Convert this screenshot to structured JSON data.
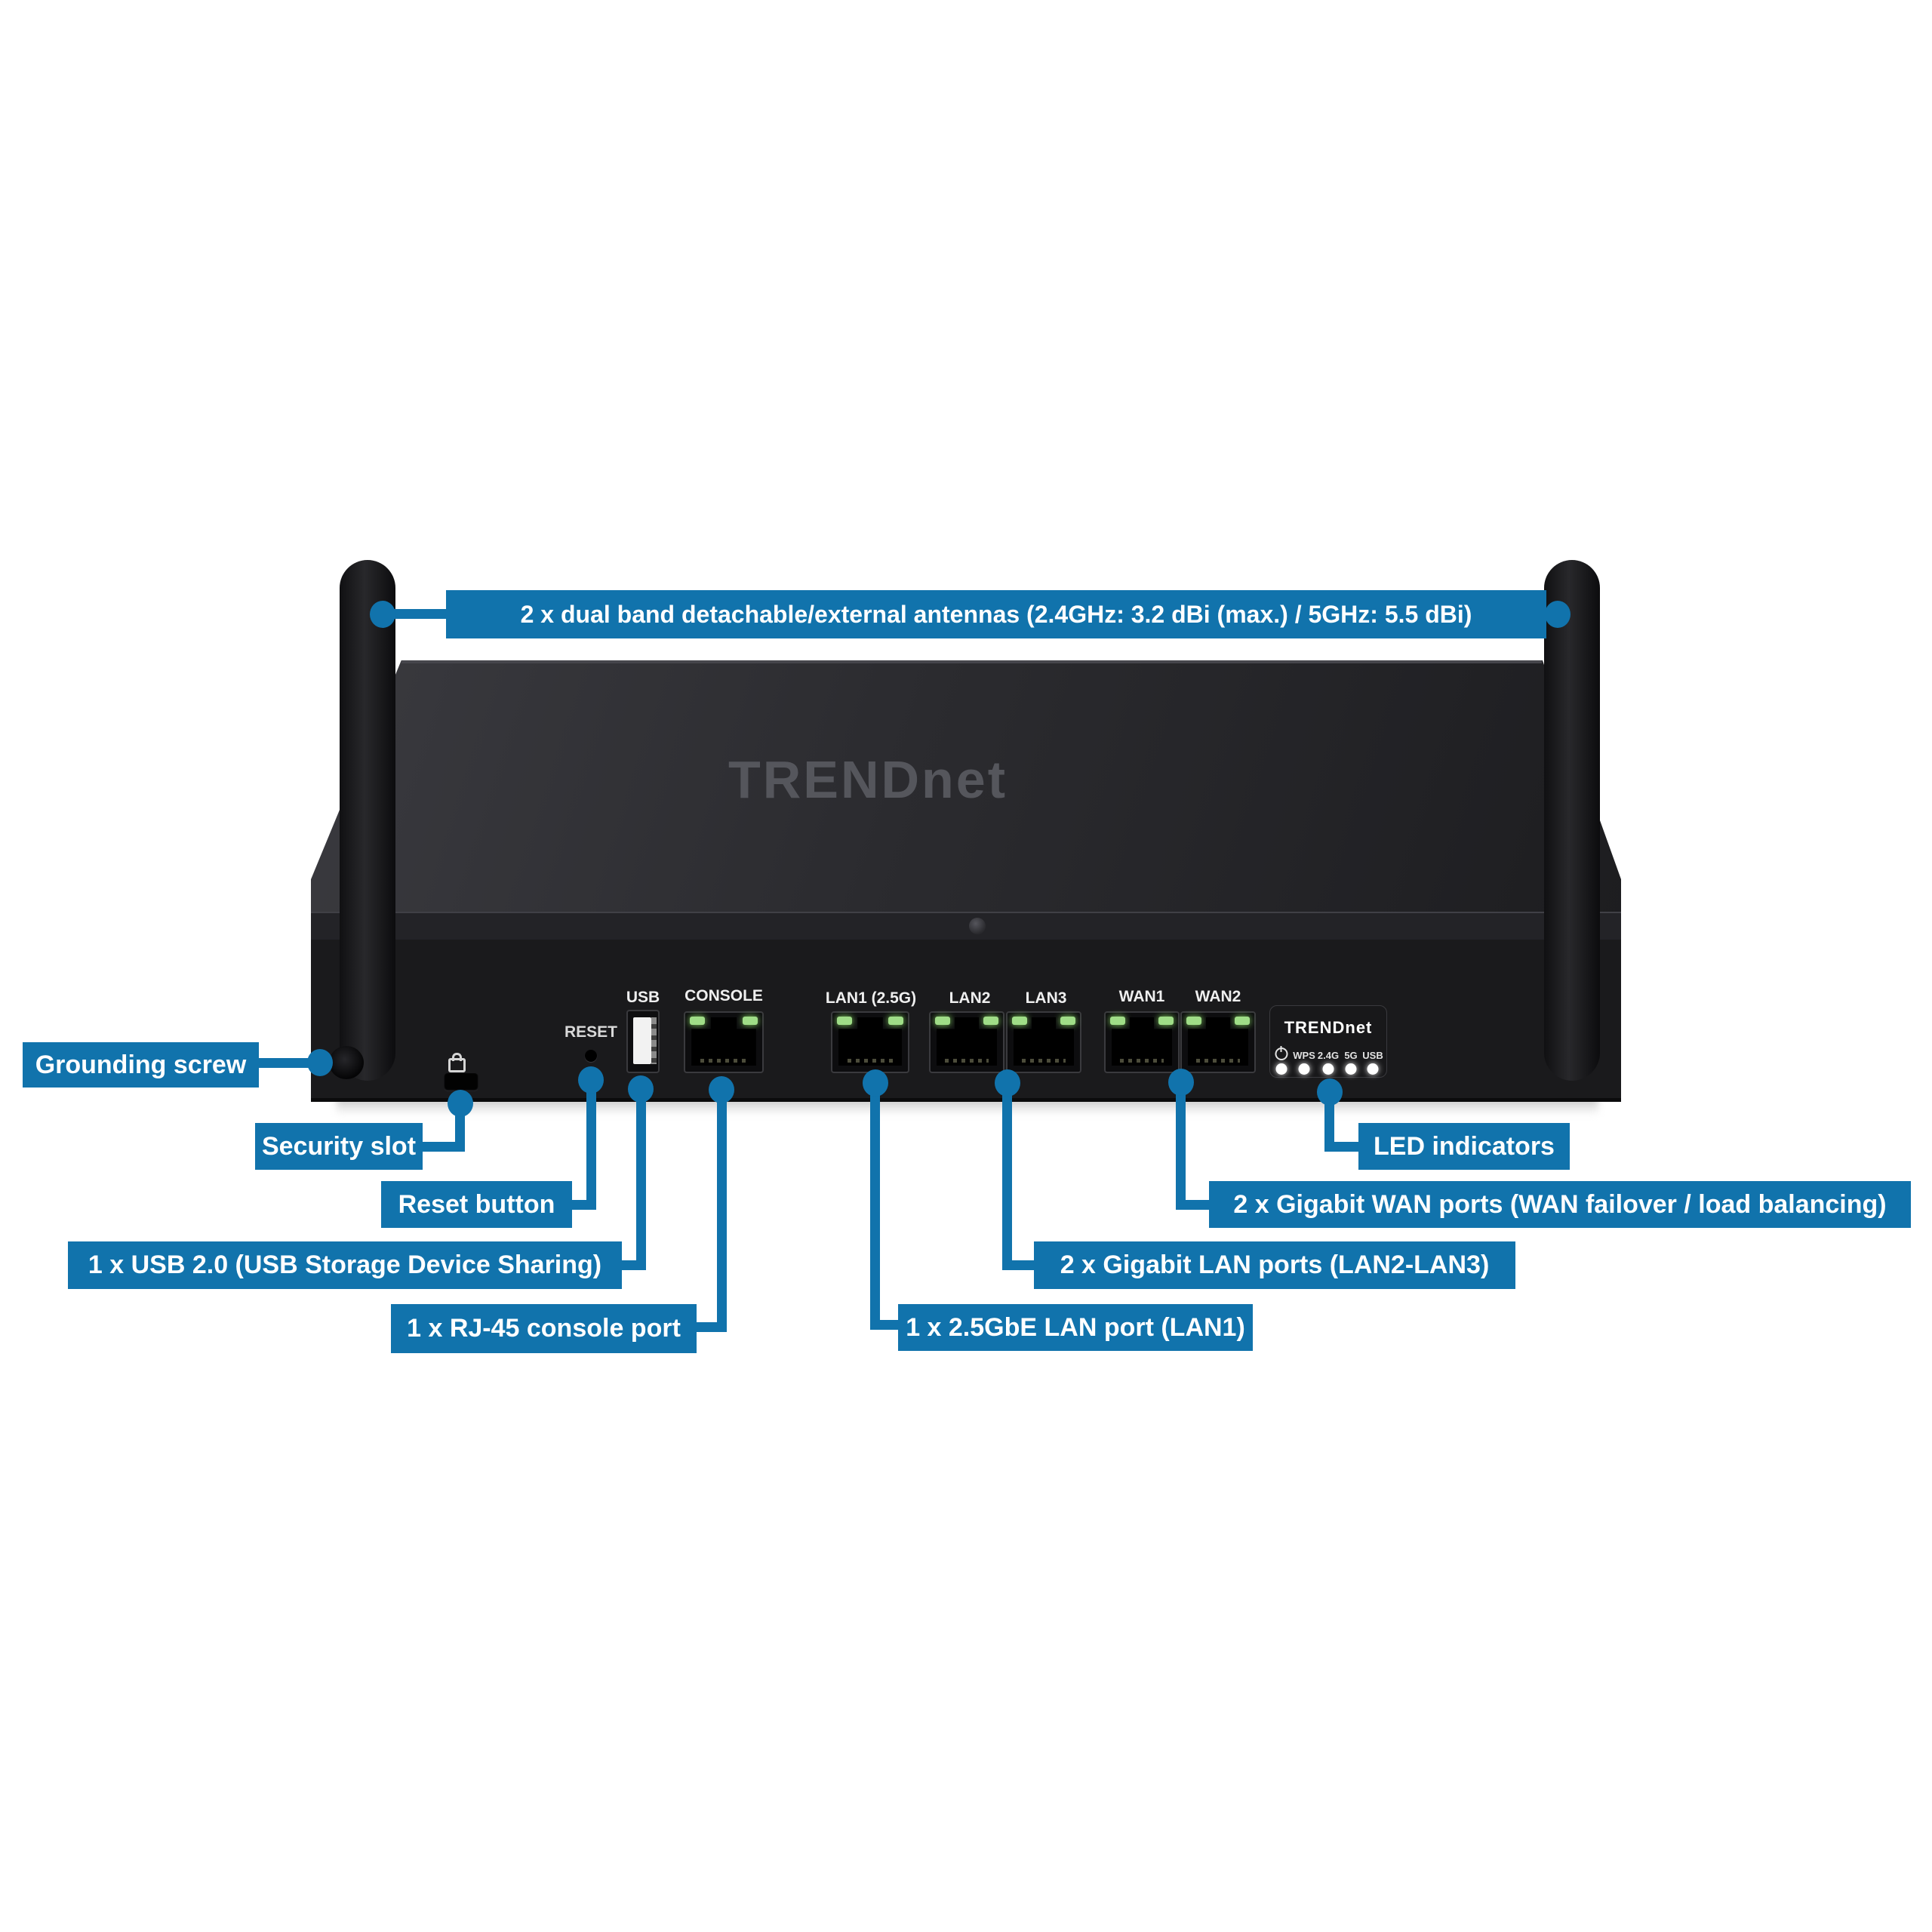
{
  "banner": {
    "label": "2 x dual band detachable/external antennas (2.4GHz: 3.2 dBi (max.) / 5GHz: 5.5 dBi)"
  },
  "device": {
    "top_logo": "TRENDnet",
    "ports": {
      "reset": "RESET",
      "usb": "USB",
      "console": "CONSOLE",
      "lan1": "LAN1 (2.5G)",
      "lan2": "LAN2",
      "lan3": "LAN3",
      "wan1": "WAN1",
      "wan2": "WAN2"
    },
    "led_panel": {
      "logo": "TRENDnet",
      "power_icon": "power-icon",
      "labels": [
        "WPS",
        "2.4G",
        "5G",
        "USB"
      ]
    }
  },
  "callouts": {
    "grounding": "Grounding screw",
    "security": "Security slot",
    "reset": "Reset button",
    "usb": "1 x USB 2.0 (USB Storage Device Sharing)",
    "console": "1 x RJ-45 console port",
    "led": "LED indicators",
    "wan": "2 x Gigabit WAN ports (WAN failover / load balancing)",
    "lan": "2 x Gigabit LAN ports (LAN2-LAN3)",
    "lan1": "1 x 2.5GbE LAN port (LAN1)"
  },
  "colors": {
    "accent": "#1173ac",
    "led_green": "#9fdd87"
  }
}
